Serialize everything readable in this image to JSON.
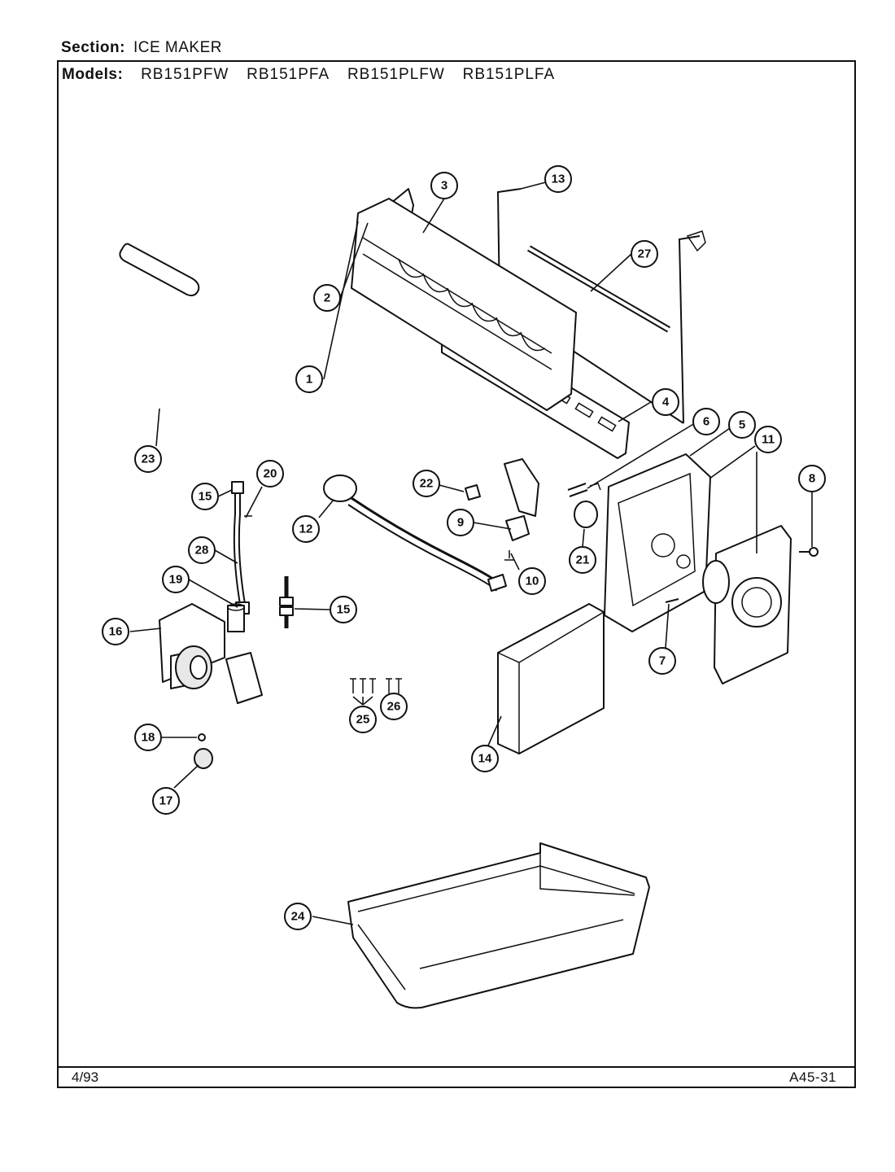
{
  "header": {
    "section_label": "Section:",
    "section_value": "ICE MAKER",
    "models_label": "Models:",
    "models": [
      "RB151PFW",
      "RB151PFA",
      "RB151PLFW",
      "RB151PLFA"
    ]
  },
  "footer": {
    "date": "4/93",
    "code": "A45-31"
  },
  "callouts": [
    "1",
    "2",
    "3",
    "4",
    "5",
    "6",
    "7",
    "8",
    "9",
    "10",
    "11",
    "12",
    "13",
    "14",
    "15",
    "15",
    "16",
    "17",
    "18",
    "19",
    "20",
    "21",
    "22",
    "23",
    "24",
    "25",
    "26",
    "27",
    "28"
  ]
}
